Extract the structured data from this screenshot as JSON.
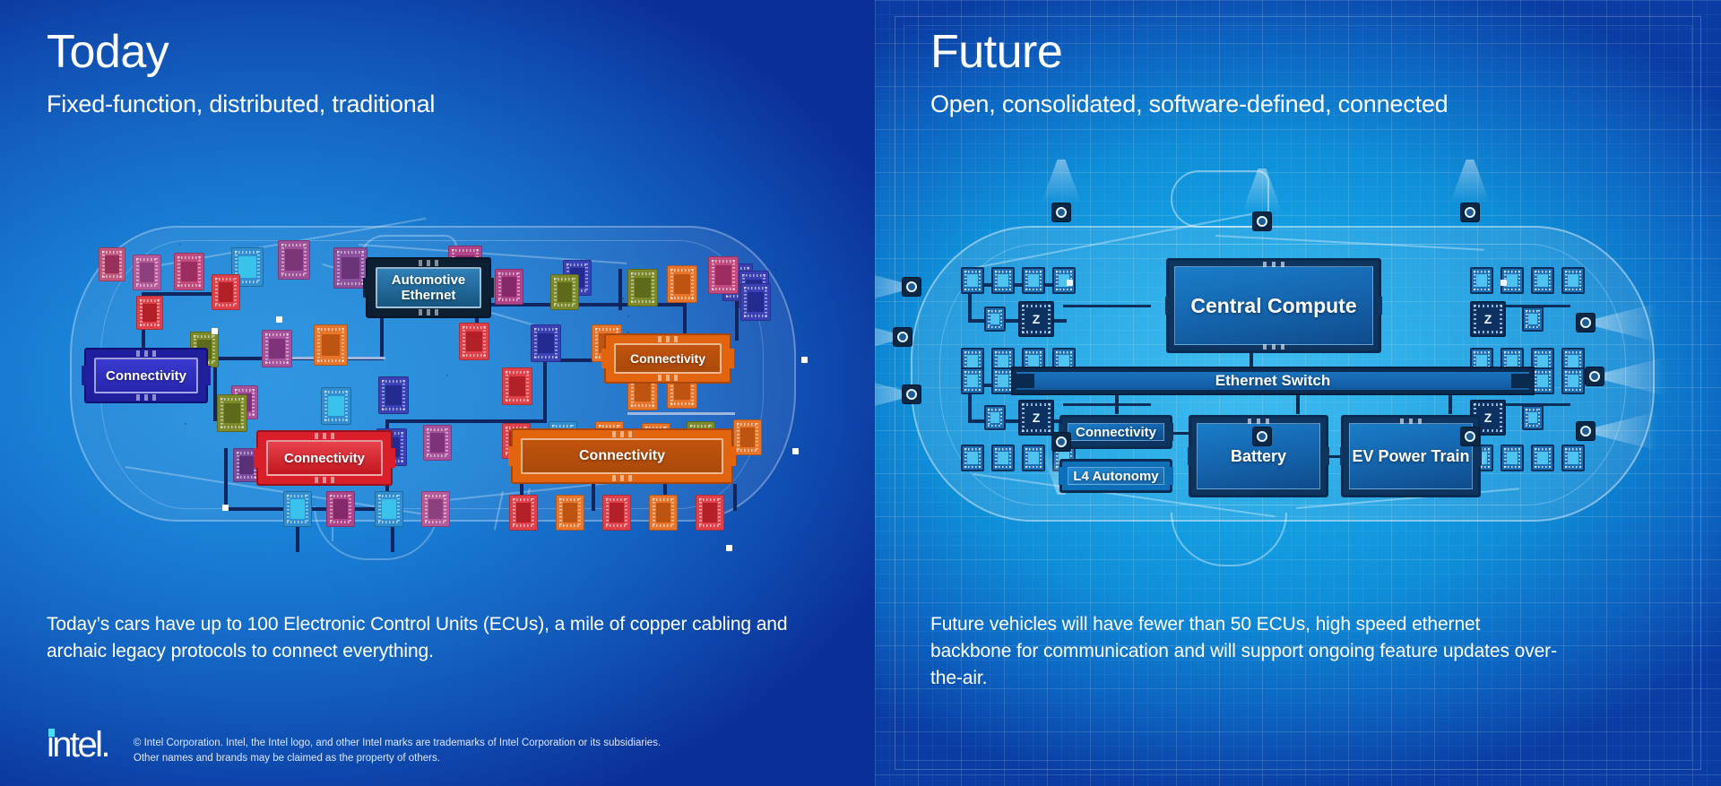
{
  "left": {
    "title": "Today",
    "subtitle": "Fixed-function, distributed, traditional",
    "caption": "Today’s cars have up to 100 Electronic Control Units (ECUs), a mile of copper cabling and archaic legacy protocols to connect everything.",
    "modules": [
      {
        "id": "automotive-ethernet",
        "label": "Automotive Ethernet",
        "color": "#0d2033"
      },
      {
        "id": "connectivity-left",
        "label": "Connectivity",
        "color": "#1f1f9e"
      },
      {
        "id": "connectivity-red",
        "label": "Connectivity",
        "color": "#d81f2a"
      },
      {
        "id": "connectivity-orange-small",
        "label": "Connectivity",
        "color": "#e2640f"
      },
      {
        "id": "connectivity-orange-large",
        "label": "Connectivity",
        "color": "#e2640f"
      }
    ]
  },
  "right": {
    "title": "Future",
    "subtitle": "Open, consolidated, software-defined, connected",
    "caption": "Future vehicles will have fewer than 50 ECUs, high speed ethernet backbone for communication and will support ongoing feature updates over-the-air.",
    "modules": [
      {
        "id": "central-compute",
        "label": "Central Compute"
      },
      {
        "id": "ethernet-switch",
        "label": "Ethernet Switch"
      },
      {
        "id": "connectivity",
        "label": "Connectivity"
      },
      {
        "id": "l4-autonomy",
        "label": "L4 Autonomy"
      },
      {
        "id": "battery",
        "label": "Battery"
      },
      {
        "id": "ev-power-train",
        "label": "EV Power Train"
      }
    ],
    "zone_label": "Z"
  },
  "footer": {
    "logo_text": "intel.",
    "legal_line1": "© Intel Corporation. Intel, the Intel logo, and other Intel marks are trademarks of Intel Corporation or its subsidiaries.",
    "legal_line2": "Other names and brands may be claimed as the property of others."
  },
  "colors": {
    "left_bg": "#1567c4",
    "right_bg": "#0f8ed8",
    "intel_accent": "#4ddbff",
    "navy": "#1f1f9e",
    "red": "#d81f2a",
    "orange": "#e2640f",
    "dark_teal": "#0d2033"
  }
}
